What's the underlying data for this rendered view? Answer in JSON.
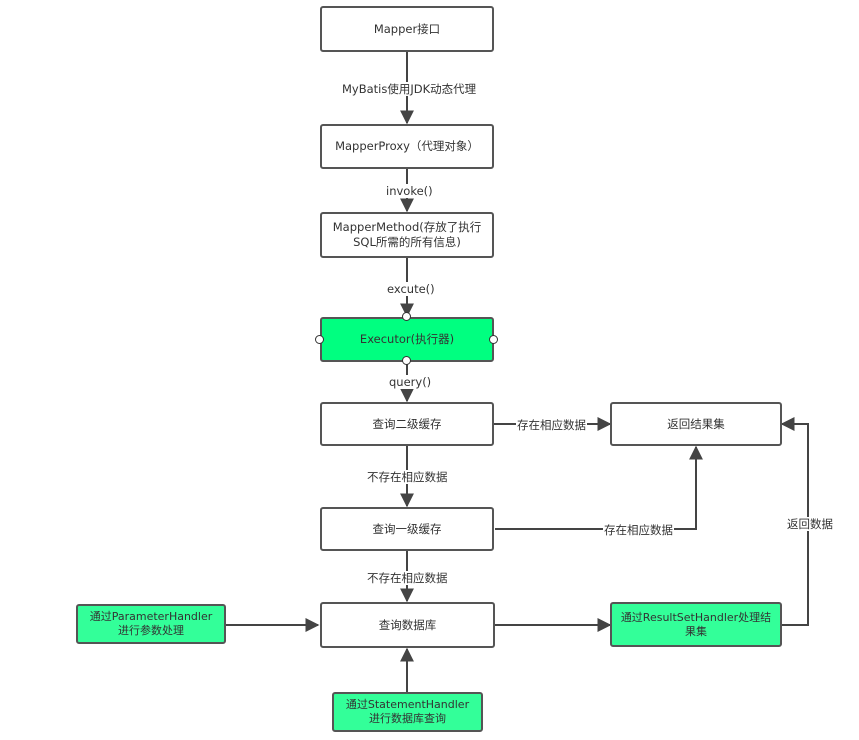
{
  "nodes": {
    "mapper_interface": "Mapper接口",
    "mapper_proxy": "MapperProxy（代理对象）",
    "mapper_method_line1": "MapperMethod(存放了执行",
    "mapper_method_line2": "SQL所需的所有信息)",
    "executor": "Executor(执行器)",
    "query_second_cache": "查询二级缓存",
    "return_result": "返回结果集",
    "query_first_cache": "查询一级缓存",
    "query_database": "查询数据库",
    "parameter_handler_line1": "通过ParameterHandler",
    "parameter_handler_line2": "进行参数处理",
    "resultset_handler_line1": "通过ResultSetHandler处理结",
    "resultset_handler_line2": "果集",
    "statement_handler_line1": "通过StatementHandler",
    "statement_handler_line2": "进行数据库查询"
  },
  "edges": {
    "jdk_proxy": "MyBatis使用JDK动态代理",
    "invoke": "invoke()",
    "excute": "excute()",
    "query": "query()",
    "second_cache_hit": "存在相应数据",
    "second_cache_miss": "不存在相应数据",
    "first_cache_hit": "存在相应数据",
    "first_cache_miss": "不存在相应数据",
    "return_data": "返回数据"
  },
  "colors": {
    "handler_fill": "#33ff99",
    "executor_fill": "#00ff80",
    "stroke": "#555555"
  }
}
